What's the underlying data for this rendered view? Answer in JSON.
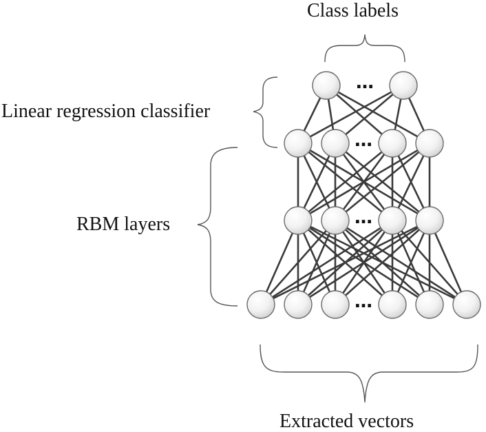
{
  "labels": {
    "class_labels": "Class labels",
    "linear_classifier": "Linear regression classifier",
    "rbm_layers": "RBM layers",
    "extracted_vectors": "Extracted vectors"
  },
  "network": {
    "layers": [
      {
        "name": "class-output",
        "visible_nodes": 2,
        "ellipsis": true
      },
      {
        "name": "hidden-2",
        "visible_nodes": 4,
        "ellipsis": true
      },
      {
        "name": "hidden-1",
        "visible_nodes": 4,
        "ellipsis": true
      },
      {
        "name": "input",
        "visible_nodes": 6,
        "ellipsis": true
      }
    ],
    "ellipsis_glyph": "…",
    "fully_connected": true
  },
  "colors": {
    "edge": "#3a3a3a",
    "node_fill_light": "#ffffff",
    "node_fill_dark": "#d4d4d4",
    "node_stroke": "#6a6a6a",
    "brace": "#555555",
    "text": "#111111"
  }
}
